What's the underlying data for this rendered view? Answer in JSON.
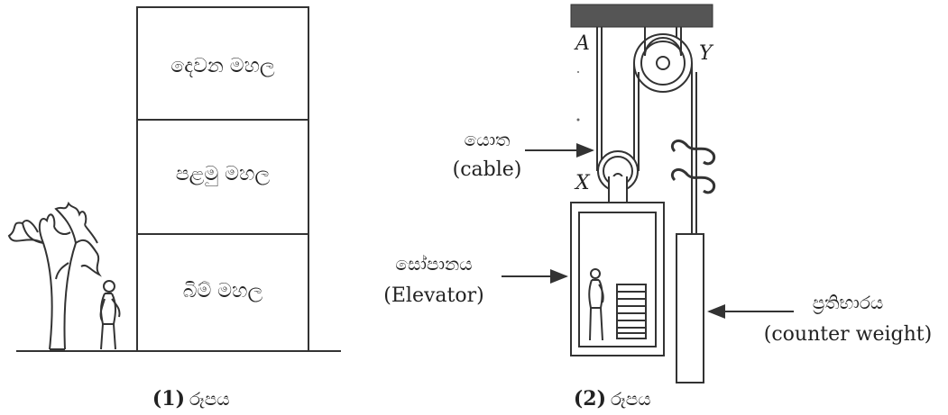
{
  "figure1": {
    "floors": {
      "top": "දෙවන මහල",
      "middle": "පළමු මහල",
      "bottom": "බිම් මහල"
    },
    "caption_num": "(1)",
    "caption_text": "රූපය"
  },
  "figure2": {
    "point_a": "A",
    "point_x": "X",
    "point_y": "Y",
    "cable_si": "යොත",
    "cable_en": "(cable)",
    "elevator_si": "සෝපානය",
    "elevator_en": "(Elevator)",
    "counterweight_si": "ප්‍රතිභාරය",
    "counterweight_en": "(counter weight)",
    "caption_num": "(2)",
    "caption_text": "රූපය"
  }
}
